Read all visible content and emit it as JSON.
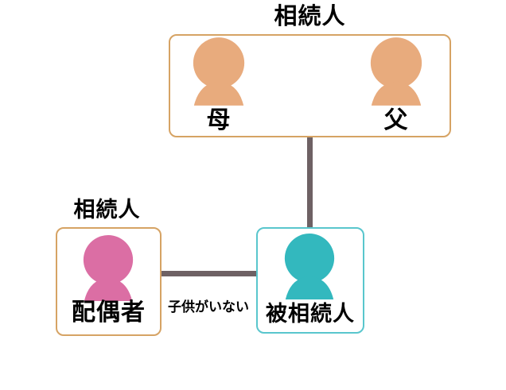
{
  "diagram": {
    "type": "family-inheritance-diagram",
    "titles": {
      "parents_heirs": "相続人",
      "spouse_heir": "相続人"
    },
    "members": {
      "mother": "母",
      "father": "父",
      "spouse": "配偶者",
      "decedent": "被相続人"
    },
    "annotations": {
      "no_children": "子供がいない"
    },
    "icons": {
      "mother": "person-icon",
      "father": "person-icon",
      "spouse": "person-icon",
      "decedent": "person-icon"
    },
    "colors": {
      "parent_fill": "#E8AB7D",
      "spouse_fill": "#DB6EA4",
      "decedent_fill": "#33B8BE",
      "tan_border": "#D6A364",
      "teal_border": "#59C6CD",
      "connector": "#6E6164",
      "text": "#000000",
      "background": "#FFFFFF"
    }
  }
}
